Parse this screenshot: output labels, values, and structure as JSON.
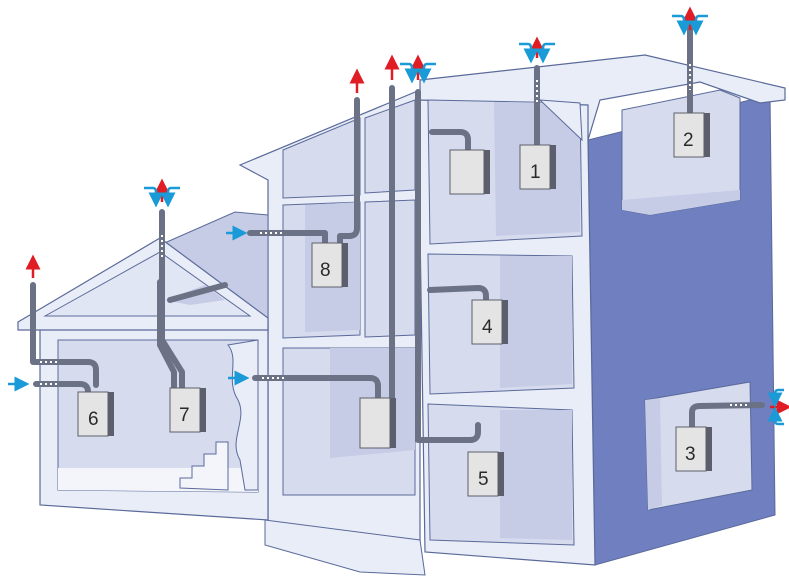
{
  "labels": {
    "heater_1": "1",
    "heater_2": "2",
    "heater_3": "3",
    "heater_4": "4",
    "heater_5": "5",
    "heater_6": "6",
    "heater_7": "7",
    "heater_8": "8"
  },
  "colors": {
    "background": "#ffffff",
    "wall_light": "#e9edf7",
    "wall_outline": "#5a6a9a",
    "room_interior": "#d6dbee",
    "room_back": "#c6cce6",
    "facade_side": "#6f7fc0",
    "floor": "#f3f5fb",
    "pipe": "#6b7285",
    "heater_body": "#e4e4e4",
    "heater_side": "#5c5f6b",
    "exhaust_arrow": "#e01c24",
    "intake_arrow": "#1a9bd7"
  },
  "icons": {
    "exhaust": "red-up-arrow-icon",
    "intake": "blue-curved-arrow-icon",
    "side_intake": "blue-right-arrow-icon"
  }
}
